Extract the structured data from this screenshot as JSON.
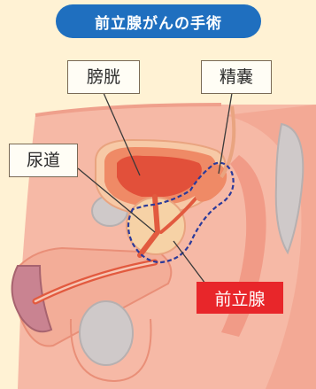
{
  "title": "前立腺がんの手術",
  "labels": {
    "bladder": "膀胱",
    "seminal_vesicle": "精嚢",
    "urethra": "尿道",
    "prostate": "前立腺"
  },
  "colors": {
    "background": "#fff2d4",
    "title_bg": "#1f6fbf",
    "prostate_label_bg": "#e8262a",
    "dashed_outline": "#2b3a9a",
    "tissue_pink": "#f6b9a6",
    "organ_red": "#e25a3f",
    "bone_gray": "#c9c4c4"
  }
}
